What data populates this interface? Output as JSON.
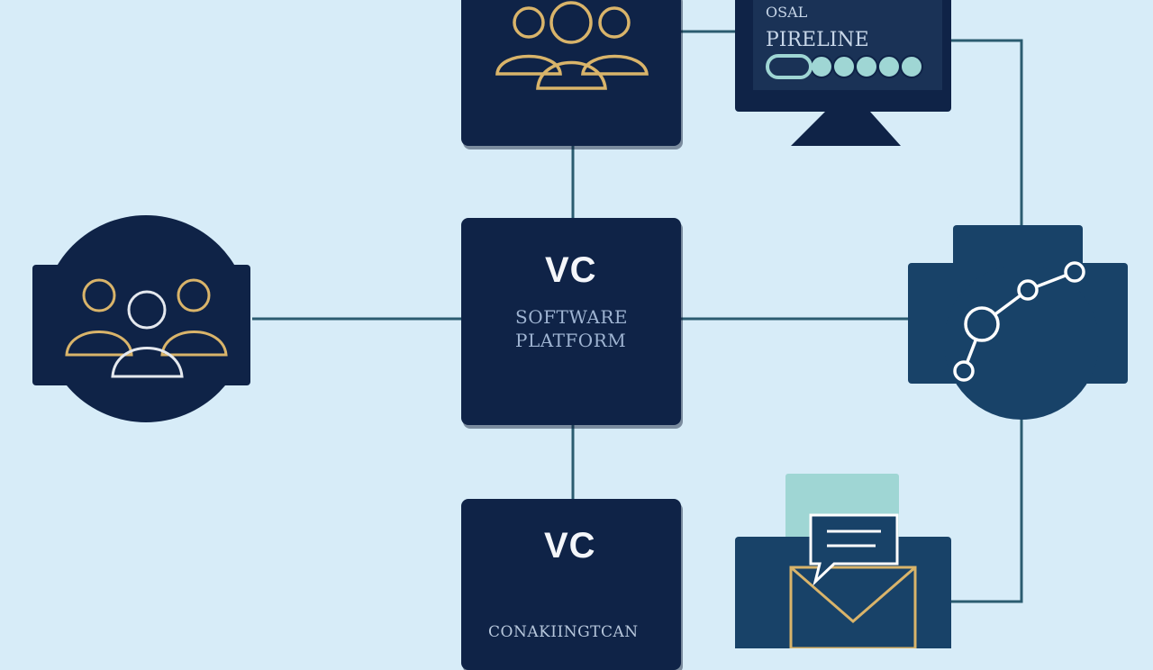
{
  "central_node": {
    "title": "VC",
    "subtitle_line1": "SOFTWARE",
    "subtitle_line2": "PLATFORM"
  },
  "bottom_node": {
    "title": "VC",
    "subtitle": "CONAKIINGTCAN"
  },
  "monitor_node": {
    "top_text": "OSAL",
    "title": "PIRELINE"
  },
  "icons": [
    "team-icon",
    "team-icon",
    "workflow-nodes-icon",
    "mail-chat-icon",
    "monitor-icon"
  ],
  "colors": {
    "background": "#d7ecf8",
    "node": "#0f2347",
    "connector": "#2b5c70",
    "accent_gold": "#d9b46a",
    "accent_teal": "#9fd6d4"
  }
}
